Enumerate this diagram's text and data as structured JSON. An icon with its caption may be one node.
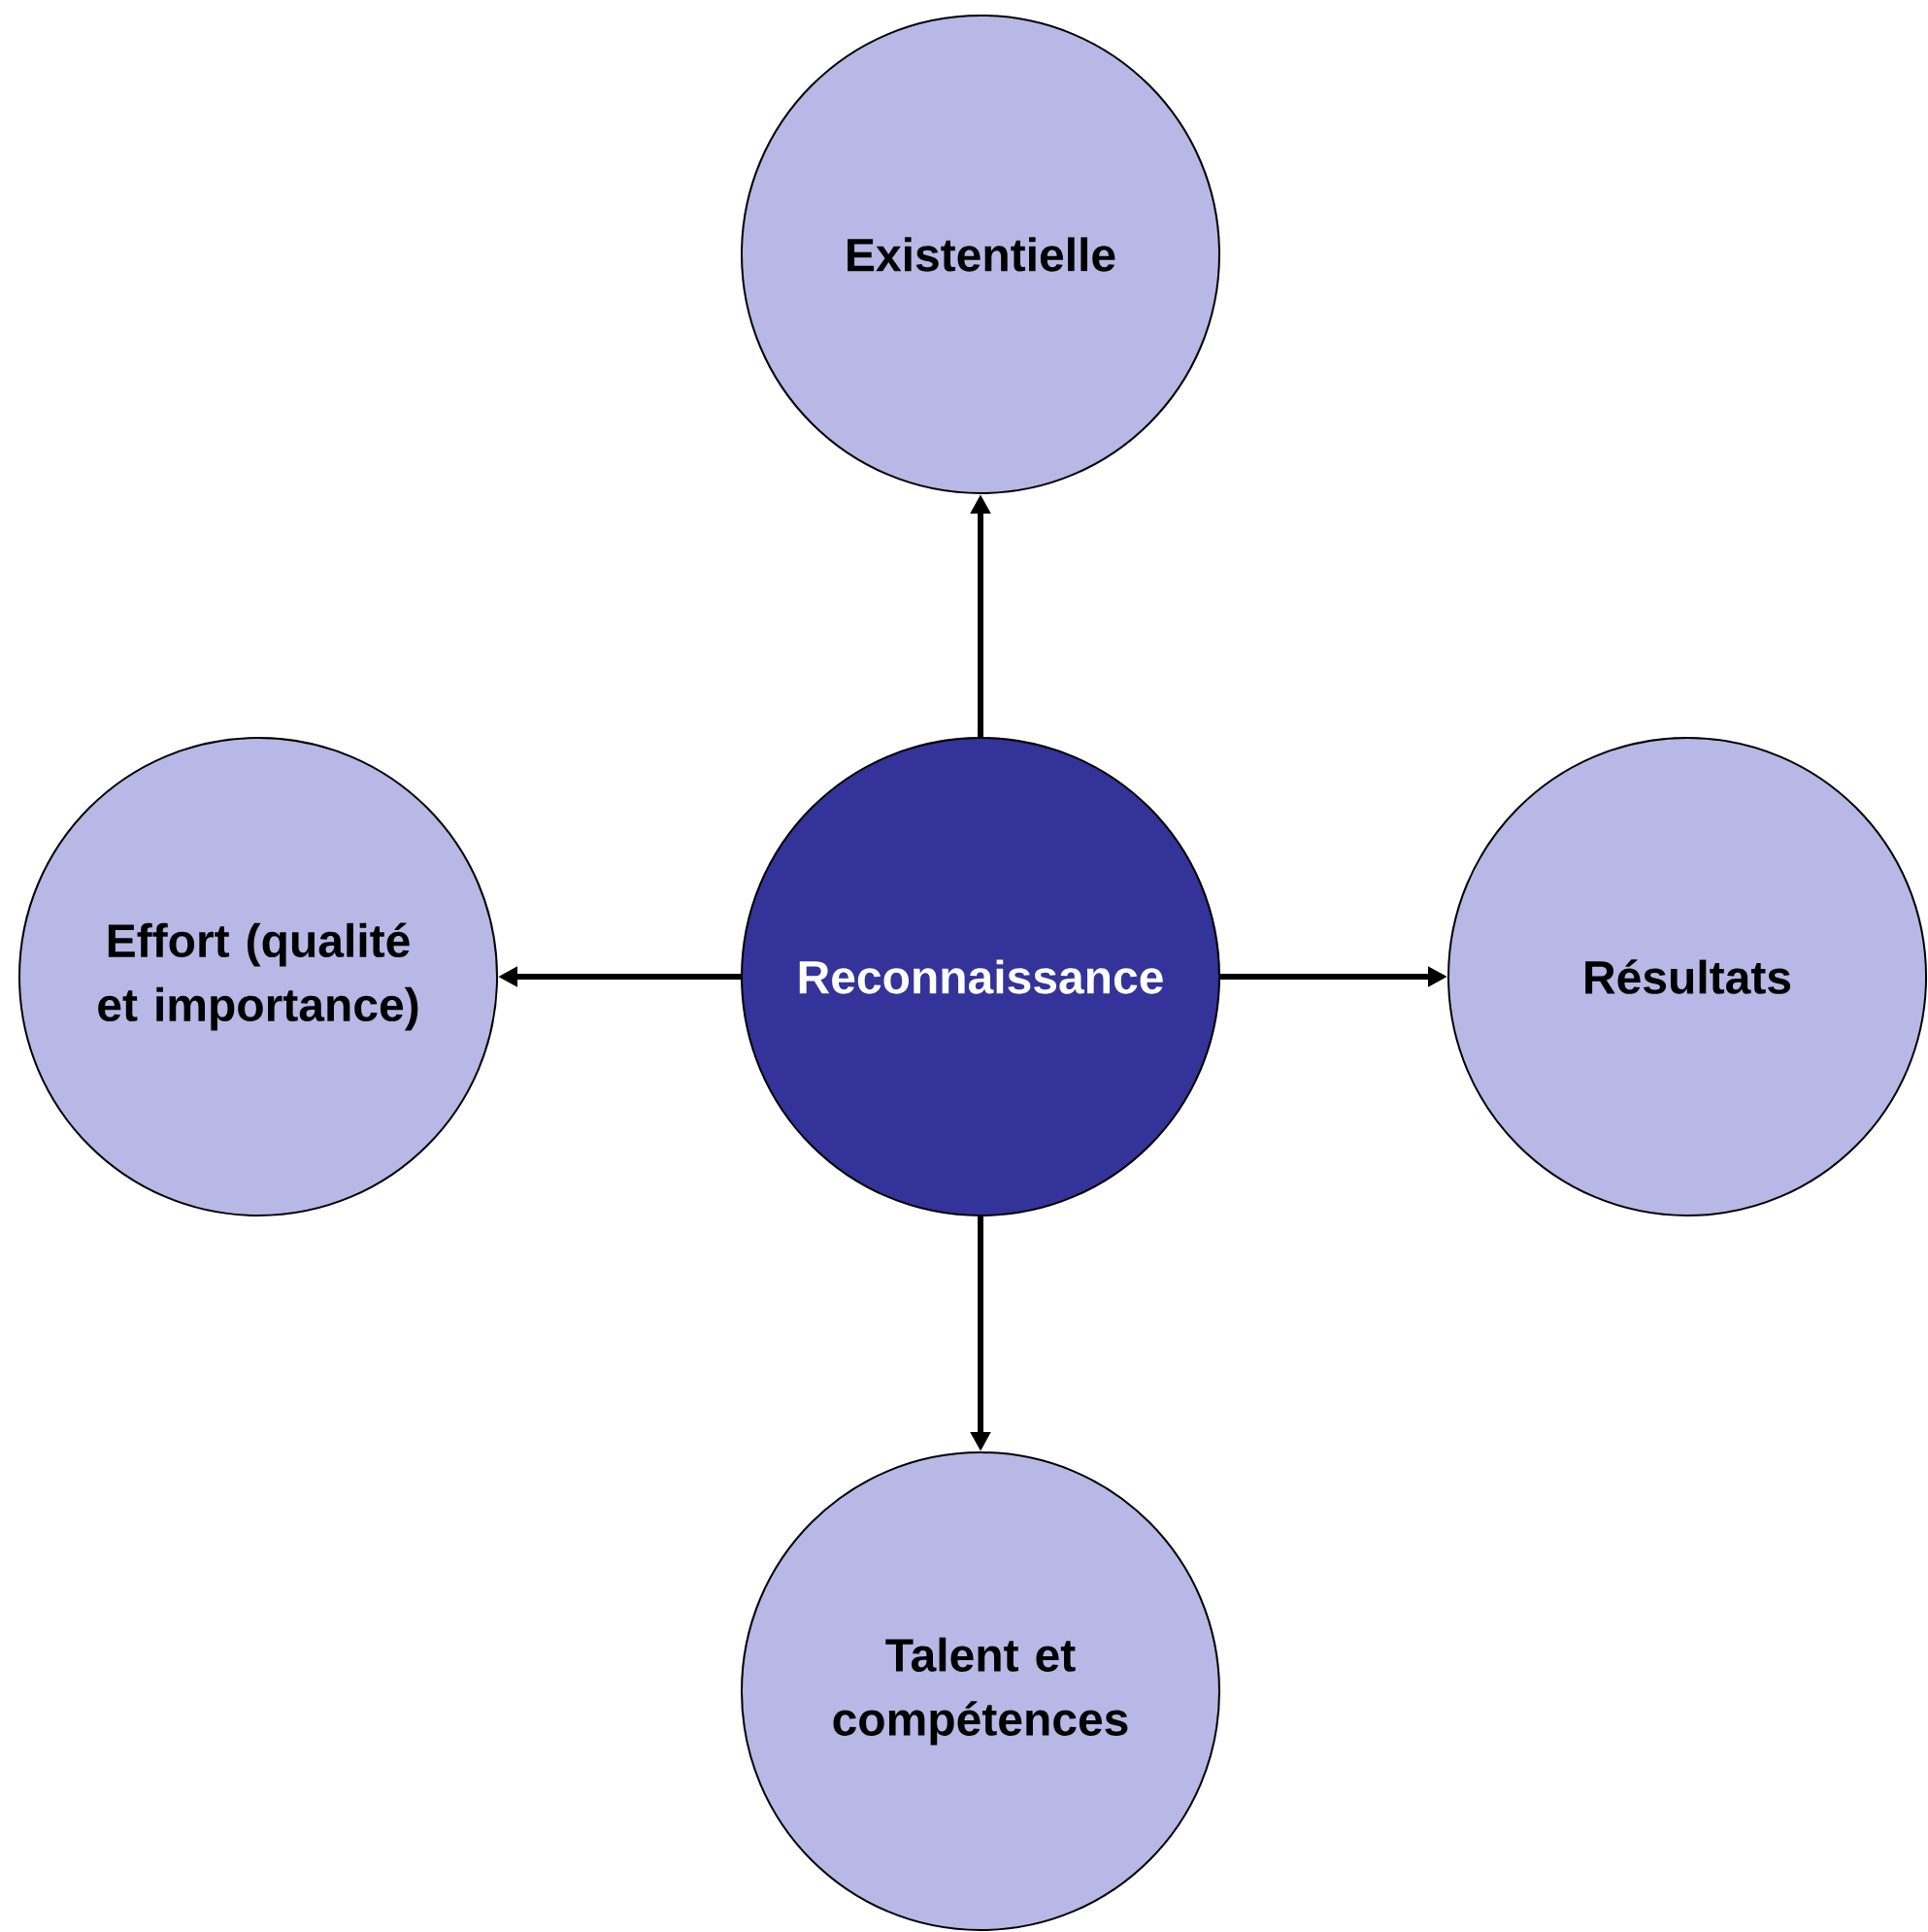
{
  "diagram": {
    "nodes": [
      {
        "text": [
          "Reconnaissance"
        ]
      },
      {
        "text": [
          "Existentielle"
        ]
      },
      {
        "text": [
          "Effort (qualité et importance)"
        ]
      },
      {
        "text": [
          "Résultats"
        ]
      },
      {
        "text": [
          "Talent et compétences"
        ]
      }
    ],
    "edges": [
      {
        "from": 0,
        "to": 1,
        "arrow": "to"
      },
      {
        "from": 0,
        "to": 2,
        "arrow": "to"
      },
      {
        "from": 0,
        "to": 3,
        "arrow": "to"
      },
      {
        "from": 0,
        "to": 4,
        "arrow": "to"
      }
    ]
  }
}
